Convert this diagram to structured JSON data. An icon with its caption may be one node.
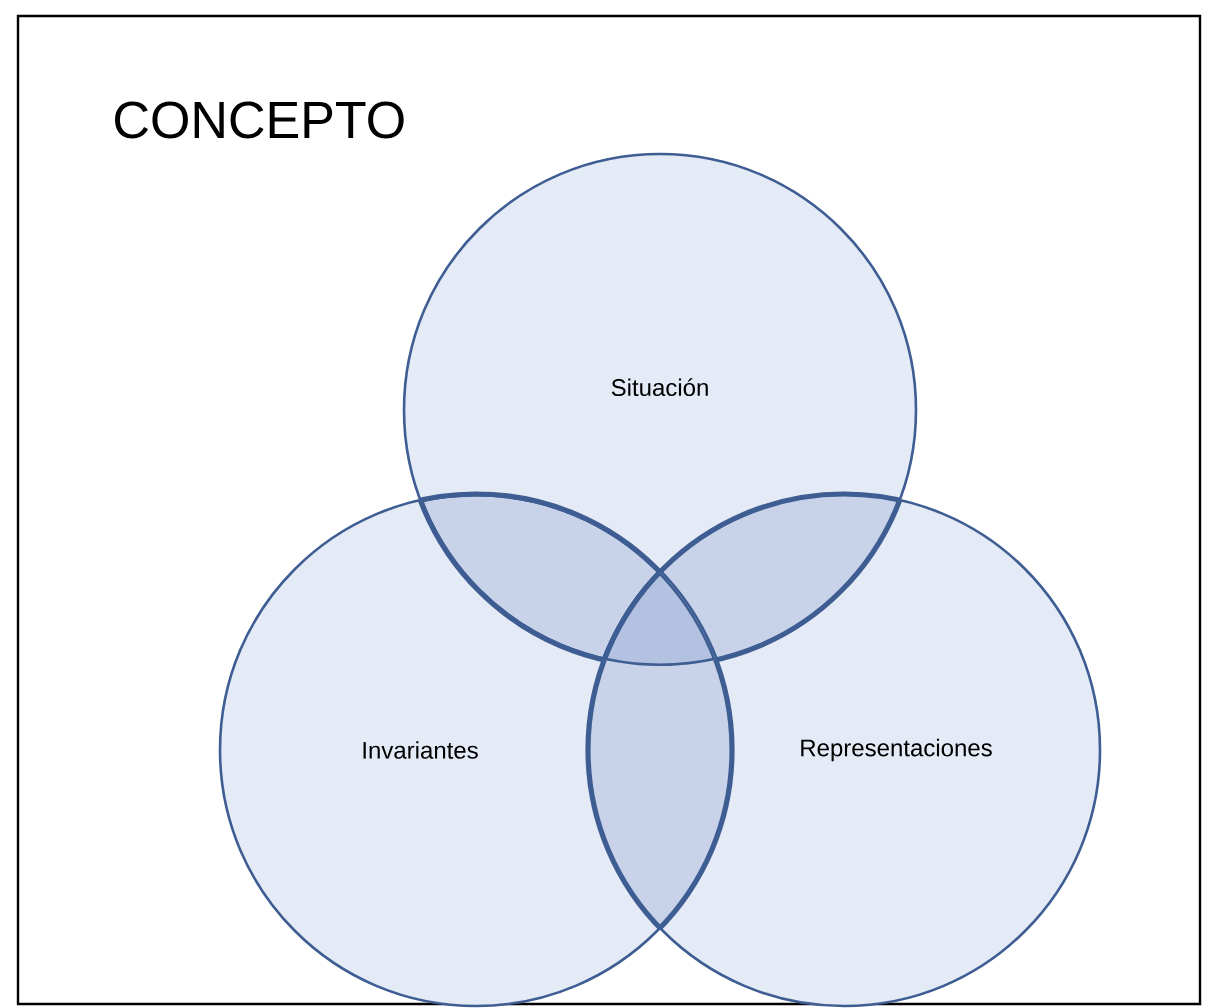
{
  "diagram": {
    "title": "CONCEPTO",
    "nodes": [
      {
        "text": [
          "Situación"
        ]
      },
      {
        "text": [
          "Invariantes"
        ]
      },
      {
        "text": [
          "Representaciones"
        ]
      }
    ]
  }
}
